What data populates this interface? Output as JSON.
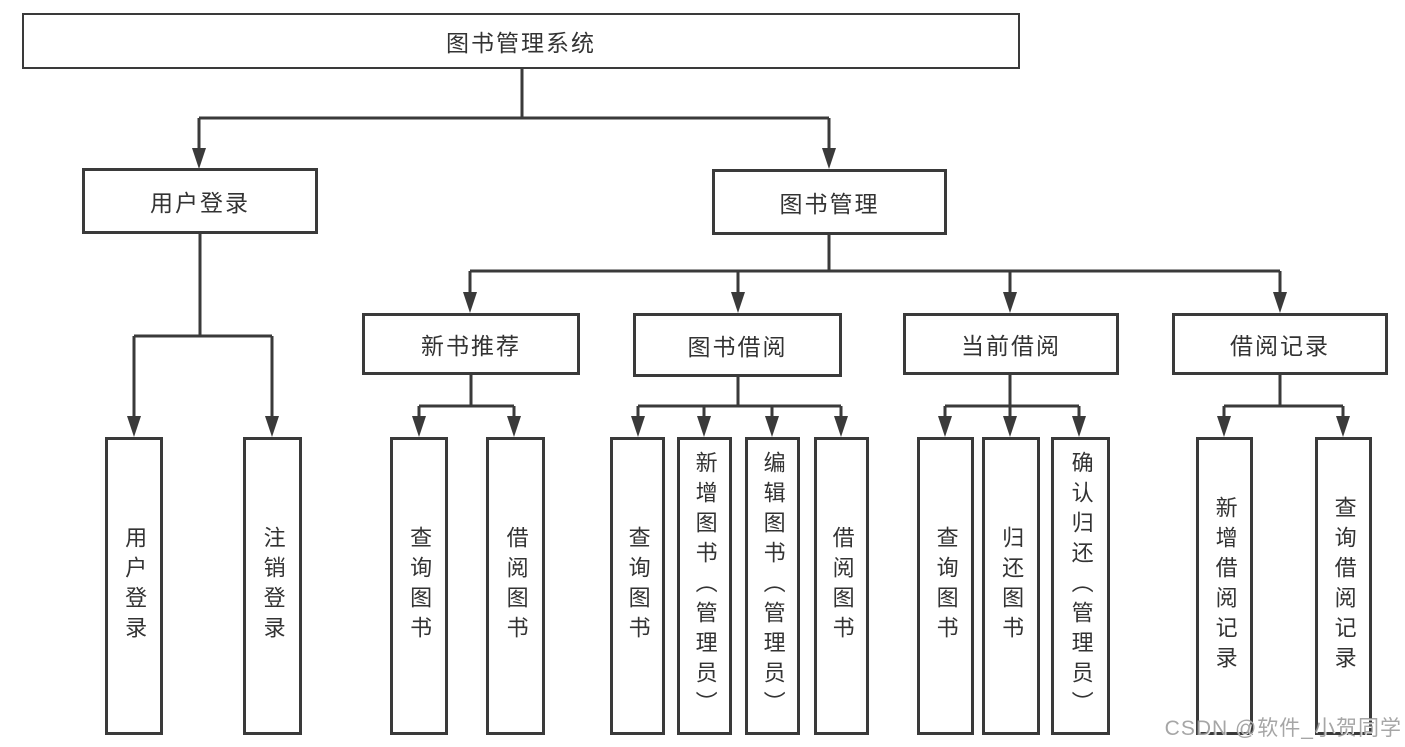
{
  "diagram": {
    "root": {
      "label": "图书管理系统"
    },
    "branches": [
      {
        "label": "用户登录",
        "children": [
          {
            "label": "用户登录"
          },
          {
            "label": "注销登录"
          }
        ]
      },
      {
        "label": "图书管理",
        "children": [
          {
            "label": "新书推荐",
            "children": [
              {
                "label": "查询图书"
              },
              {
                "label": "借阅图书"
              }
            ]
          },
          {
            "label": "图书借阅",
            "children": [
              {
                "label": "查询图书"
              },
              {
                "label": "新增图书（管理员）"
              },
              {
                "label": "编辑图书（管理员）"
              },
              {
                "label": "借阅图书"
              }
            ]
          },
          {
            "label": "当前借阅",
            "children": [
              {
                "label": "查询图书"
              },
              {
                "label": "归还图书"
              },
              {
                "label": "确认归还（管理员）"
              }
            ]
          },
          {
            "label": "借阅记录",
            "children": [
              {
                "label": "新增借阅记录"
              },
              {
                "label": "查询借阅记录"
              }
            ]
          }
        ]
      }
    ]
  },
  "watermark": {
    "text": "CSDN @软件_小贺同学"
  },
  "colors": {
    "line": "#3a3a3a",
    "text": "#333333",
    "box_background": "#ffffff",
    "watermark": "#969696"
  }
}
